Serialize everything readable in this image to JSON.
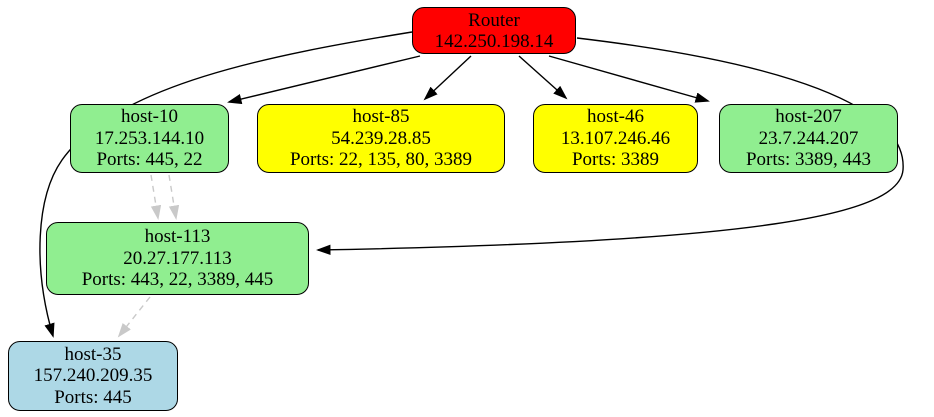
{
  "diagram": {
    "background_color": "#ffffff",
    "solid_edge_color": "#000000",
    "dashed_edge_color": "#c9c9c9",
    "node_border_color": "#000000",
    "text_color": "#000000"
  },
  "nodes": {
    "router": {
      "name": "Router",
      "ip": "142.250.198.14",
      "fill": "#ff0000"
    },
    "host10": {
      "name": "host-10",
      "ip": "17.253.144.10",
      "ports": "Ports: 445, 22",
      "fill": "#90ee90"
    },
    "host85": {
      "name": "host-85",
      "ip": "54.239.28.85",
      "ports": "Ports: 22, 135, 80, 3389",
      "fill": "#ffff00"
    },
    "host46": {
      "name": "host-46",
      "ip": "13.107.246.46",
      "ports": "Ports: 3389",
      "fill": "#ffff00"
    },
    "host207": {
      "name": "host-207",
      "ip": "23.7.244.207",
      "ports": "Ports: 3389, 443",
      "fill": "#90ee90"
    },
    "host113": {
      "name": "host-113",
      "ip": "20.27.177.113",
      "ports": "Ports: 443, 22, 3389, 445",
      "fill": "#90ee90"
    },
    "host35": {
      "name": "host-35",
      "ip": "157.240.209.35",
      "ports": "Ports: 445",
      "fill": "#add8e6"
    }
  },
  "edges": [
    {
      "from": "Router",
      "to": "host-10",
      "style": "solid"
    },
    {
      "from": "Router",
      "to": "host-85",
      "style": "solid"
    },
    {
      "from": "Router",
      "to": "host-46",
      "style": "solid"
    },
    {
      "from": "Router",
      "to": "host-207",
      "style": "solid"
    },
    {
      "from": "Router",
      "to": "host-113",
      "style": "solid"
    },
    {
      "from": "Router",
      "to": "host-35",
      "style": "solid"
    },
    {
      "from": "host-10",
      "to": "host-113",
      "style": "dashed"
    },
    {
      "from": "host-10",
      "to": "host-113",
      "style": "dashed"
    },
    {
      "from": "host-113",
      "to": "host-35",
      "style": "dashed"
    }
  ]
}
